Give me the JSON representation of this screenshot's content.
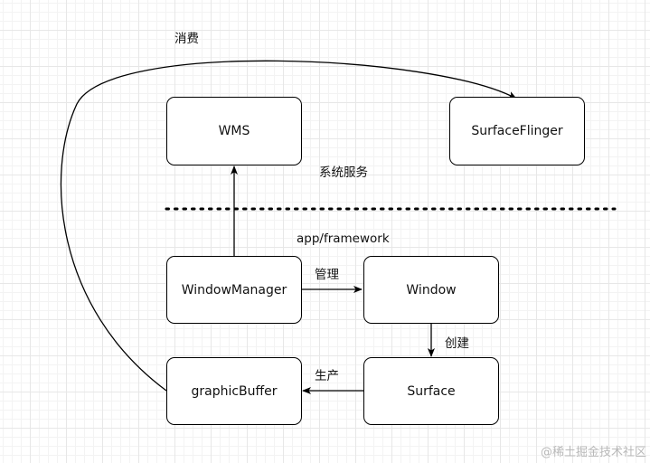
{
  "nodes": {
    "wms": "WMS",
    "surface_flinger": "SurfaceFlinger",
    "window_manager": "WindowManager",
    "window": "Window",
    "surface": "Surface",
    "graphic_buffer": "graphicBuffer"
  },
  "labels": {
    "consume": "消费",
    "system_services": "系统服务",
    "app_framework": "app/framework",
    "manage": "管理",
    "create": "创建",
    "produce": "生产"
  },
  "watermark": "@稀土掘金技术社区",
  "colors": {
    "line": "#000000",
    "background": "#ffffff",
    "grid": "#e7e7e7"
  }
}
